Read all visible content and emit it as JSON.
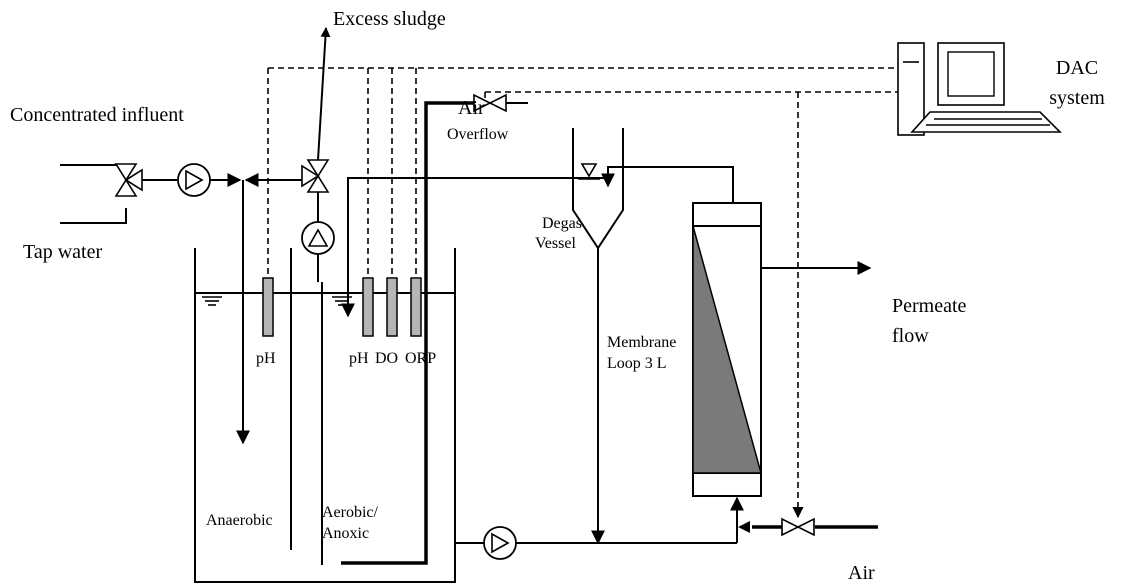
{
  "labels": {
    "excess_sludge": "Excess sludge",
    "dac_line1": "DAC",
    "dac_line2": "system",
    "concentrated_influent": "Concentrated influent",
    "tap_water": "Tap water",
    "air_top": "Air",
    "overflow": "Overflow",
    "degas_line1": "Degas",
    "degas_line2": "Vessel",
    "ph_left": "pH",
    "ph_right": "pH",
    "do": "DO",
    "orp": "ORP",
    "membrane_line1": "Membrane",
    "membrane_line2": "Loop 3 L",
    "permeate_line1": "Permeate",
    "permeate_line2": "flow",
    "anaerobic": "Anaerobic",
    "aerobic_line1": "Aerobic/",
    "aerobic_line2": "Anoxic",
    "air_bottom": "Air"
  }
}
